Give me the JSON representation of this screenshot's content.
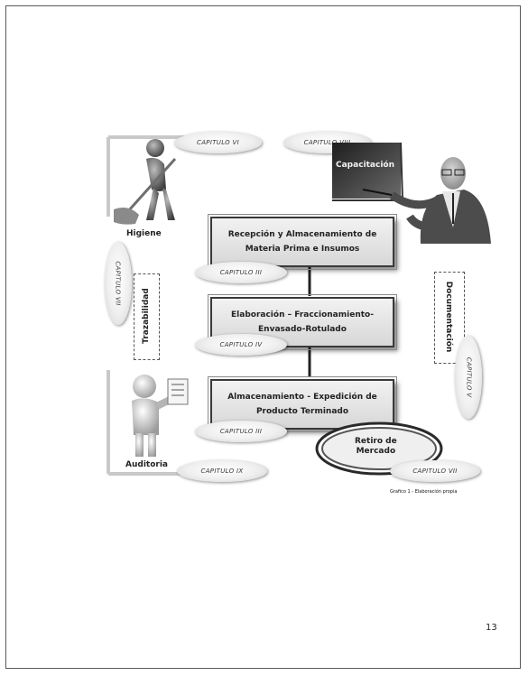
{
  "diagram": {
    "process_boxes": [
      {
        "label": "Recepción y Almacenamiento de\nMateria Prima e Insumos"
      },
      {
        "label": "Elaboración – Fraccionamiento-\nEnvasado-Rotulado"
      },
      {
        "label": "Almacenamiento - Expedición de\nProducto Terminado"
      }
    ],
    "nodes": {
      "higiene": "Higiene",
      "capacitacion": "Capacitación",
      "trazabilidad": "Trazabilidad",
      "documentacion": "Documentación",
      "auditoria": "Auditoria",
      "retiro": "Retiro de\nMercado"
    },
    "chapters": {
      "cap_top_left": "CAPITULO VI",
      "cap_top_right": "CAPITULO VIII",
      "cap_box1": "CAPITULO III",
      "cap_box2": "CAPITULO IV",
      "cap_box3": "CAPITULO III",
      "cap_left_vertical": "CAPITULO VII",
      "cap_right_vertical": "CAPITULO V",
      "cap_bottom_left": "CAPITULO IX",
      "cap_bottom_right": "CAPITULO VII"
    },
    "caption": "Grafico 1 - Elaboración propia"
  },
  "page": {
    "number": "13"
  }
}
